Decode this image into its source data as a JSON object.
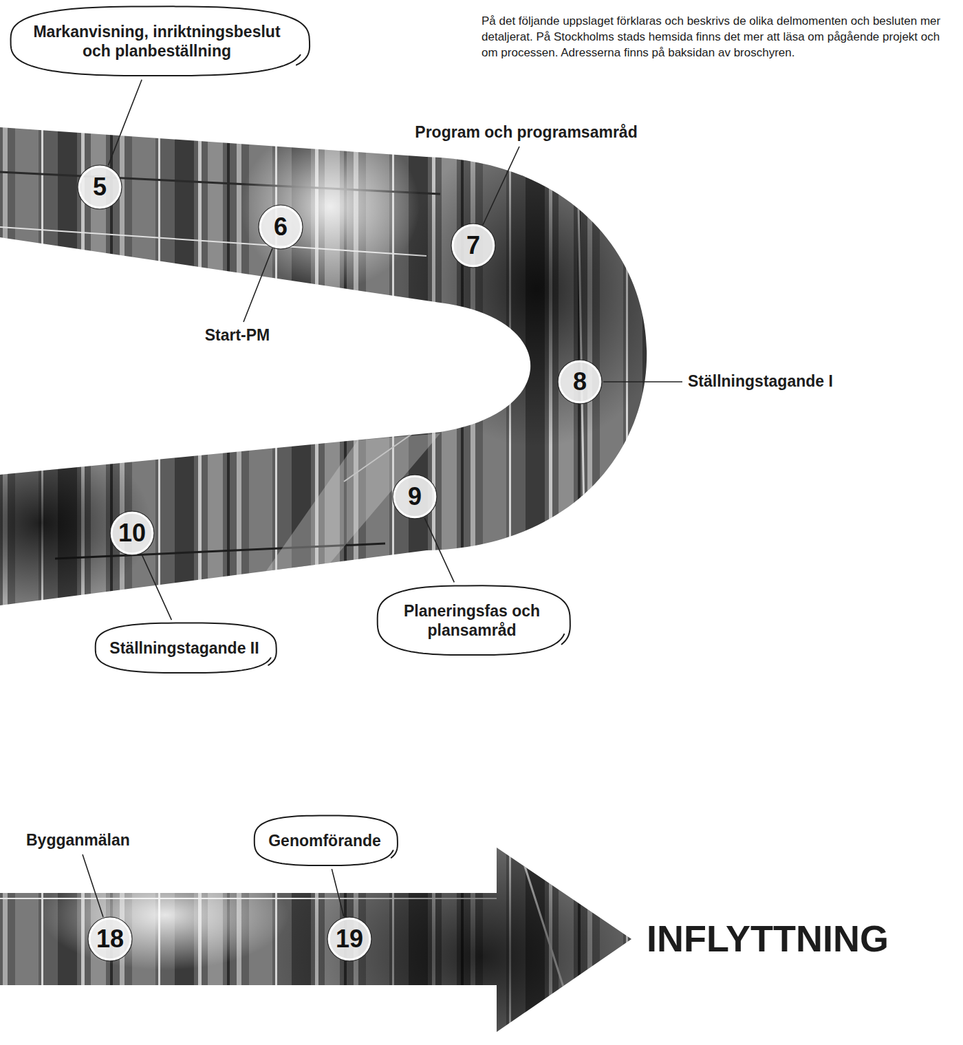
{
  "diagram": {
    "nodes": [
      {
        "text": [
          "Markanvisning, inriktningsbeslut och planbeställning"
        ]
      },
      {
        "text": [
          "5"
        ]
      },
      {
        "text": [
          "6"
        ]
      },
      {
        "text": [
          "7"
        ]
      },
      {
        "text": [
          "8"
        ]
      },
      {
        "text": [
          "9"
        ]
      },
      {
        "text": [
          "Planeringsfas och plansamråd"
        ]
      },
      {
        "text": [
          "10"
        ]
      },
      {
        "text": [
          "Ställningstagande II"
        ]
      },
      {
        "text": [
          "18"
        ]
      },
      {
        "text": [
          "Genomförande"
        ]
      },
      {
        "text": [
          "19"
        ]
      }
    ],
    "edges": [
      {
        "from": 0,
        "to": 1,
        "arrow": "none"
      },
      {
        "from": 6,
        "to": 5,
        "arrow": "none"
      },
      {
        "from": 8,
        "to": 7,
        "arrow": "none"
      },
      {
        "from": 10,
        "to": 11,
        "arrow": "none"
      }
    ],
    "labels": [
      "På det följande uppslaget förklaras och beskrivs de olika delmomenten och besluten mer detaljerat. På Stockholms stads hemsida finns det mer att läsa om pågående projekt och om processen. Adresserna finns på baksidan av broschyren.",
      "Program och programsamråd",
      "Start-PM",
      "Ställningstagande I",
      "Bygganmälan",
      "INFLYTTNING"
    ]
  }
}
